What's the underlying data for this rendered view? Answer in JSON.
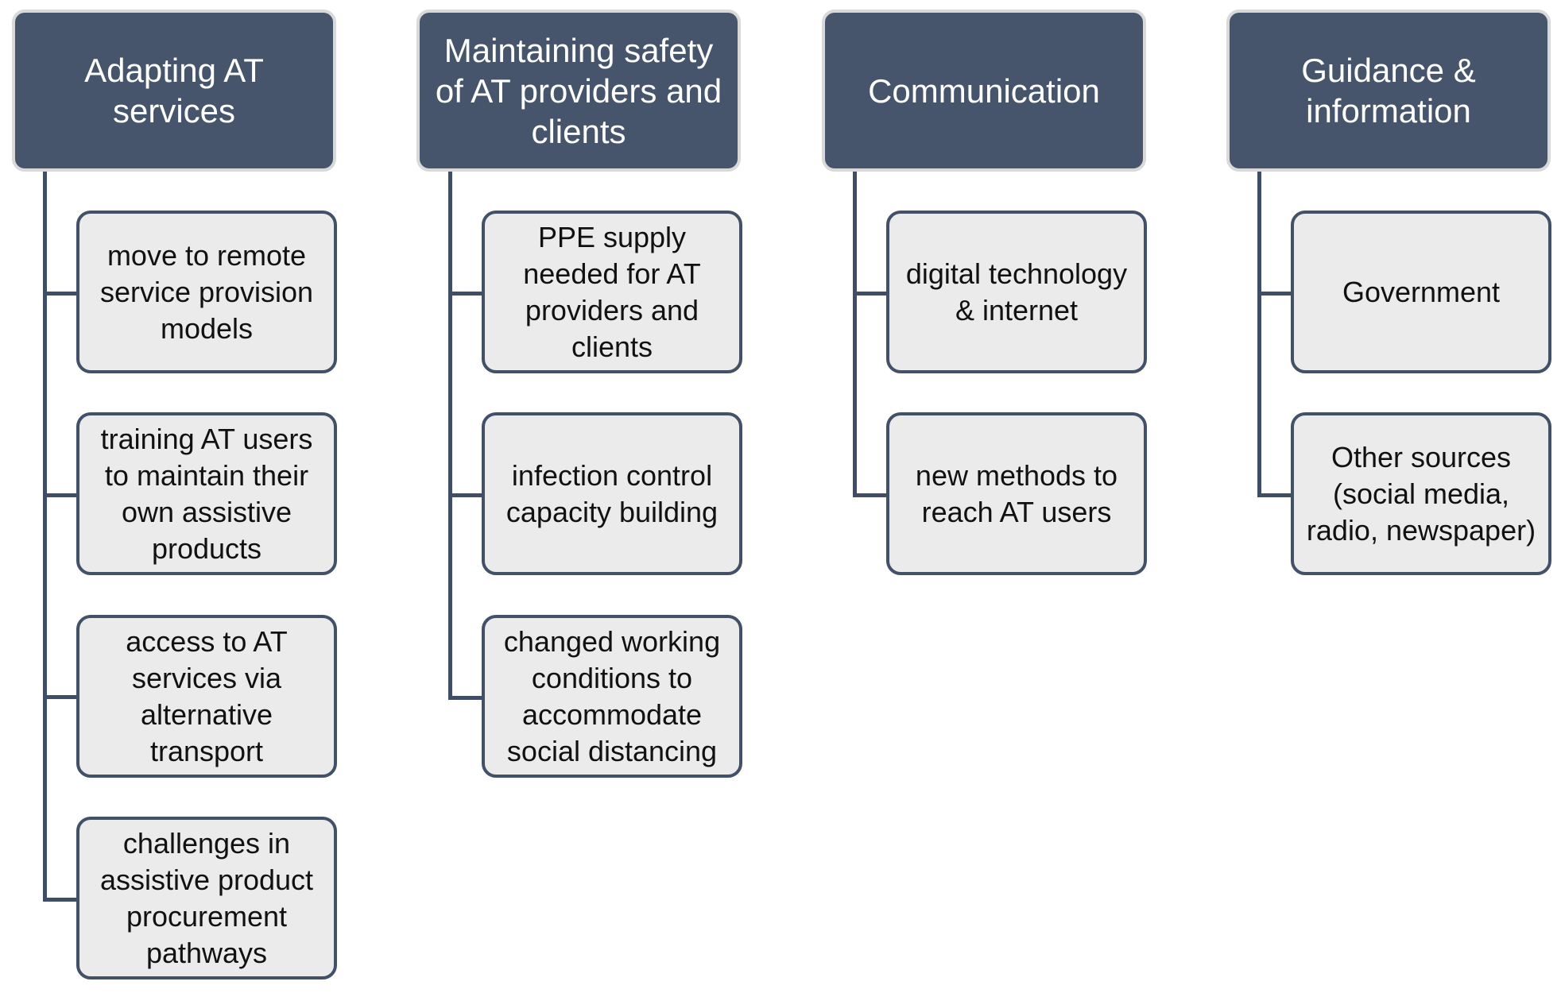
{
  "columns": [
    {
      "header": "Adapting AT services",
      "items": [
        "move to remote service provision models",
        "training AT users to maintain their own assistive products",
        "access to AT services via alternative transport",
        "challenges in assistive product procurement pathways"
      ]
    },
    {
      "header": "Maintaining safety of AT providers and clients",
      "items": [
        "PPE supply needed for AT providers and clients",
        "infection control capacity building",
        "changed working conditions to accommodate social distancing"
      ]
    },
    {
      "header": "Communication",
      "items": [
        "digital technology & internet",
        "new methods to reach AT users"
      ]
    },
    {
      "header": "Guidance & information",
      "items": [
        "Government",
        "Other sources (social media, radio, newspaper)"
      ]
    }
  ],
  "colors": {
    "header_fill": "#46556c",
    "header_border": "#d9d9d9",
    "child_fill": "#ebebeb",
    "child_border": "#425068",
    "connector": "#3f4e66"
  }
}
